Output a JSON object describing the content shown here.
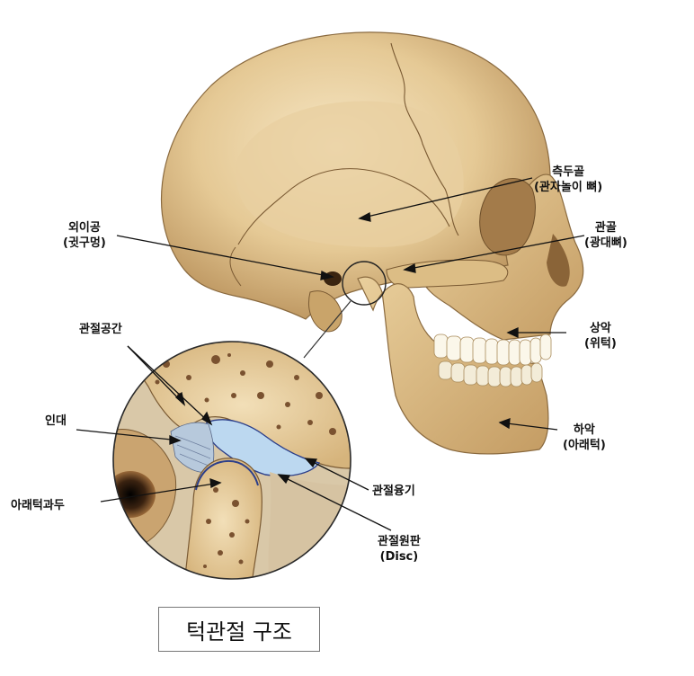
{
  "caption": "턱관절  구조",
  "labels": {
    "occipital": {
      "line1": "측두골",
      "line2": "(관자놀이 뼈)"
    },
    "zygomatic": {
      "line1": "관골",
      "line2": "(광대뼈)"
    },
    "ear_canal": {
      "line1": "외이공",
      "line2": "(귓구멍)"
    },
    "maxilla": {
      "line1": "상악",
      "line2": "(위턱)"
    },
    "mandible": {
      "line1": "하악",
      "line2": "(아래턱)"
    },
    "joint_space": "관절공간",
    "ligament": "인대",
    "condyle": "아래턱과두",
    "eminence": "관절융기",
    "disc": {
      "line1": "관절원판",
      "line2": "(Disc)"
    }
  },
  "colors": {
    "bone_light": "#f1dcb0",
    "bone_mid": "#d9b97e",
    "bone_shadow": "#a07a45",
    "disc_blue": "#b8d4ee",
    "background": "#ffffff"
  }
}
